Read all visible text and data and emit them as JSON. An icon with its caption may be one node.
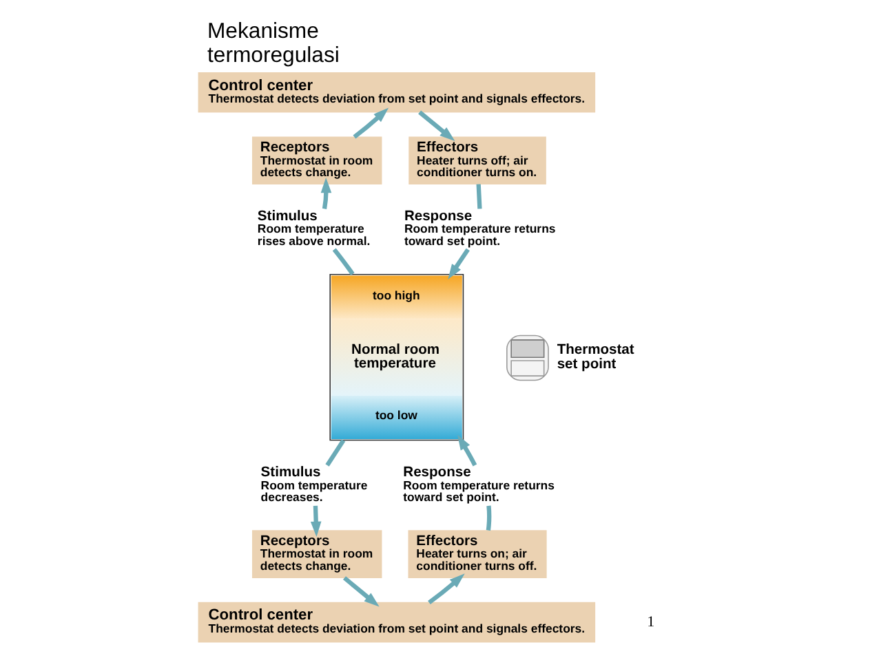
{
  "diagram": {
    "title": "Mekanisme termoregulasi",
    "nodes": [
      {
        "text": [
          "Control center",
          "Thermostat detects deviation from set point and signals effectors."
        ]
      },
      {
        "text": [
          "Receptors",
          "Thermostat in room detects change."
        ]
      },
      {
        "text": [
          "Effectors",
          "Heater turns off; air conditioner turns on."
        ]
      },
      {
        "text": [
          "Stimulus",
          "Room temperature rises above normal."
        ]
      },
      {
        "text": [
          "Response",
          "Room temperature returns toward set point."
        ]
      },
      {
        "text": [
          "too high",
          "Normal room temperature",
          "too low"
        ]
      },
      {
        "text": [
          "Stimulus",
          "Room temperature decreases."
        ]
      },
      {
        "text": [
          "Response",
          "Room temperature returns toward set point."
        ]
      },
      {
        "text": [
          "Receptors",
          "Thermostat in room detects change."
        ]
      },
      {
        "text": [
          "Effectors",
          "Heater turns on; air conditioner turns off."
        ]
      },
      {
        "text": [
          "Control center",
          "Thermostat detects deviation from set point and signals effectors."
        ]
      }
    ],
    "edges": [
      {
        "from": 5,
        "to": 3,
        "arrow": "none"
      },
      {
        "from": 3,
        "to": 1,
        "arrow": "to"
      },
      {
        "from": 1,
        "to": 0,
        "arrow": "to"
      },
      {
        "from": 0,
        "to": 2,
        "arrow": "to"
      },
      {
        "from": 2,
        "to": 4,
        "arrow": "none"
      },
      {
        "from": 4,
        "to": 5,
        "arrow": "to"
      },
      {
        "from": 5,
        "to": 6,
        "arrow": "none"
      },
      {
        "from": 6,
        "to": 8,
        "arrow": "to"
      },
      {
        "from": 8,
        "to": 10,
        "arrow": "to"
      },
      {
        "from": 10,
        "to": 9,
        "arrow": "to"
      },
      {
        "from": 9,
        "to": 7,
        "arrow": "none"
      },
      {
        "from": 7,
        "to": 5,
        "arrow": "to"
      }
    ],
    "labels": [
      "Thermostat set point",
      "1"
    ]
  }
}
